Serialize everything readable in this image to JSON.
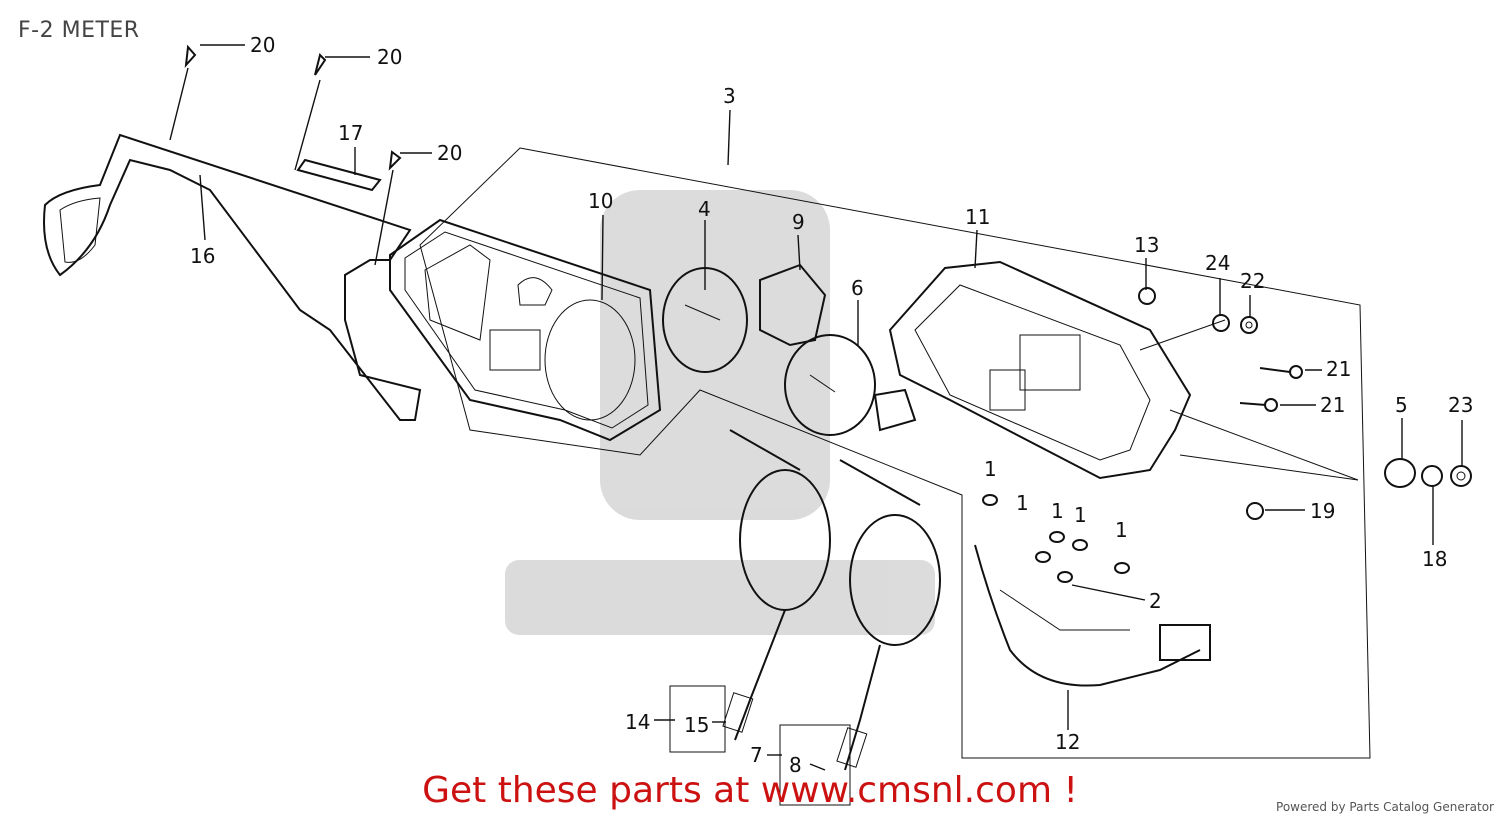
{
  "title": "F-2 METER",
  "promo_text": "Get these parts at www.cmsnl.com !",
  "powered_by": "Powered by Parts Catalog Generator",
  "watermark_color": "#9a9a9a",
  "promo_color": "#cc1111",
  "callouts": {
    "c1": "1",
    "c1b": "1",
    "c1c": "1",
    "c1d": "1",
    "c1e": "1",
    "c2": "2",
    "c3": "3",
    "c4": "4",
    "c5": "5",
    "c6": "6",
    "c7": "7",
    "c8": "8",
    "c9": "9",
    "c10": "10",
    "c11": "11",
    "c12": "12",
    "c13": "13",
    "c14": "14",
    "c15": "15",
    "c16": "16",
    "c17": "17",
    "c18": "18",
    "c19": "19",
    "c20a": "20",
    "c20b": "20",
    "c20c": "20",
    "c21a": "21",
    "c21b": "21",
    "c22": "22",
    "c23": "23",
    "c24": "24"
  }
}
